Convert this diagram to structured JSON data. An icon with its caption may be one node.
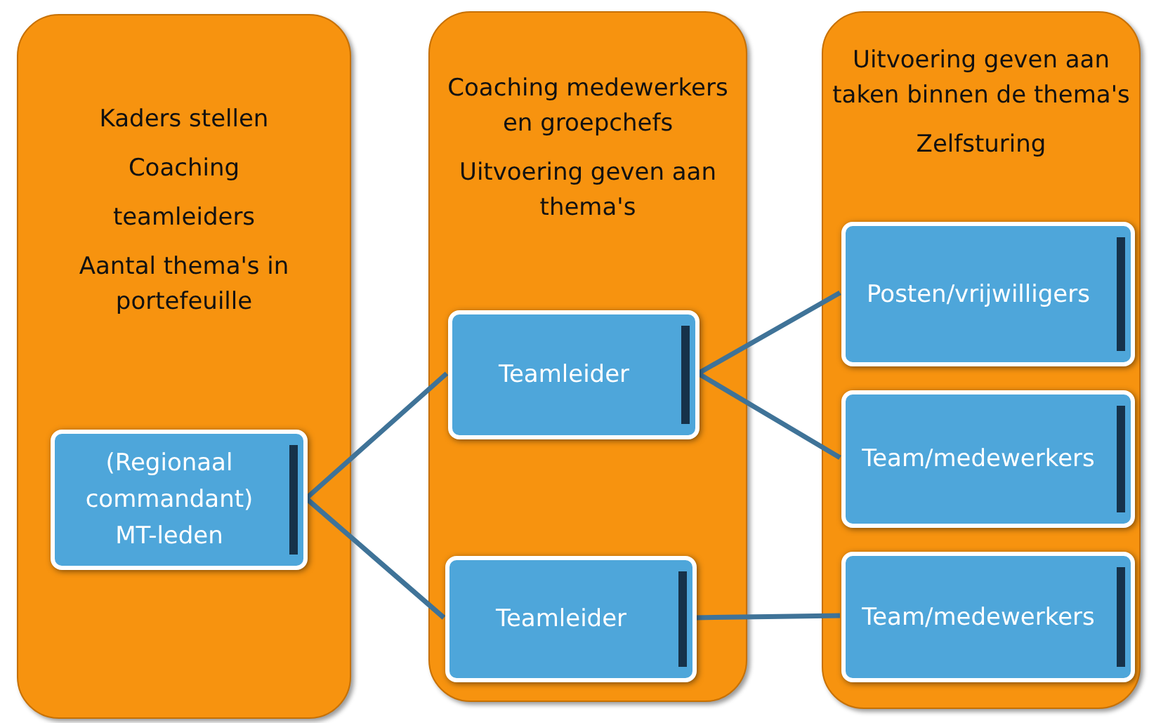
{
  "diagram": {
    "nodes": [
      {
        "text": [
          "Kaders stellen",
          "Coaching",
          "teamleiders",
          "Aantal thema's in portefeuille"
        ]
      },
      {
        "text": [
          "(Regionaal commandant)",
          "MT-leden"
        ],
        "in": 0
      },
      {
        "text": [
          "Coaching medewerkers en groepchefs",
          "Uitvoering geven aan thema's"
        ]
      },
      {
        "text": [
          "Teamleider"
        ],
        "in": 2
      },
      {
        "text": [
          "Teamleider"
        ],
        "in": 2
      },
      {
        "text": [
          "Uitvoering geven aan taken binnen de thema's",
          "Zelfsturing"
        ]
      },
      {
        "text": [
          "Posten/vrijwilligers"
        ],
        "in": 5
      },
      {
        "text": [
          "Team/medewerkers"
        ],
        "in": 5
      },
      {
        "text": [
          "Team/medewerkers"
        ],
        "in": 5
      }
    ],
    "edges": [
      {
        "from": 1,
        "to": 3,
        "arrow": "none"
      },
      {
        "from": 1,
        "to": 4,
        "arrow": "none"
      },
      {
        "from": 3,
        "to": 6,
        "arrow": "none"
      },
      {
        "from": 3,
        "to": 7,
        "arrow": "none"
      },
      {
        "from": 4,
        "to": 8,
        "arrow": "none"
      }
    ]
  }
}
